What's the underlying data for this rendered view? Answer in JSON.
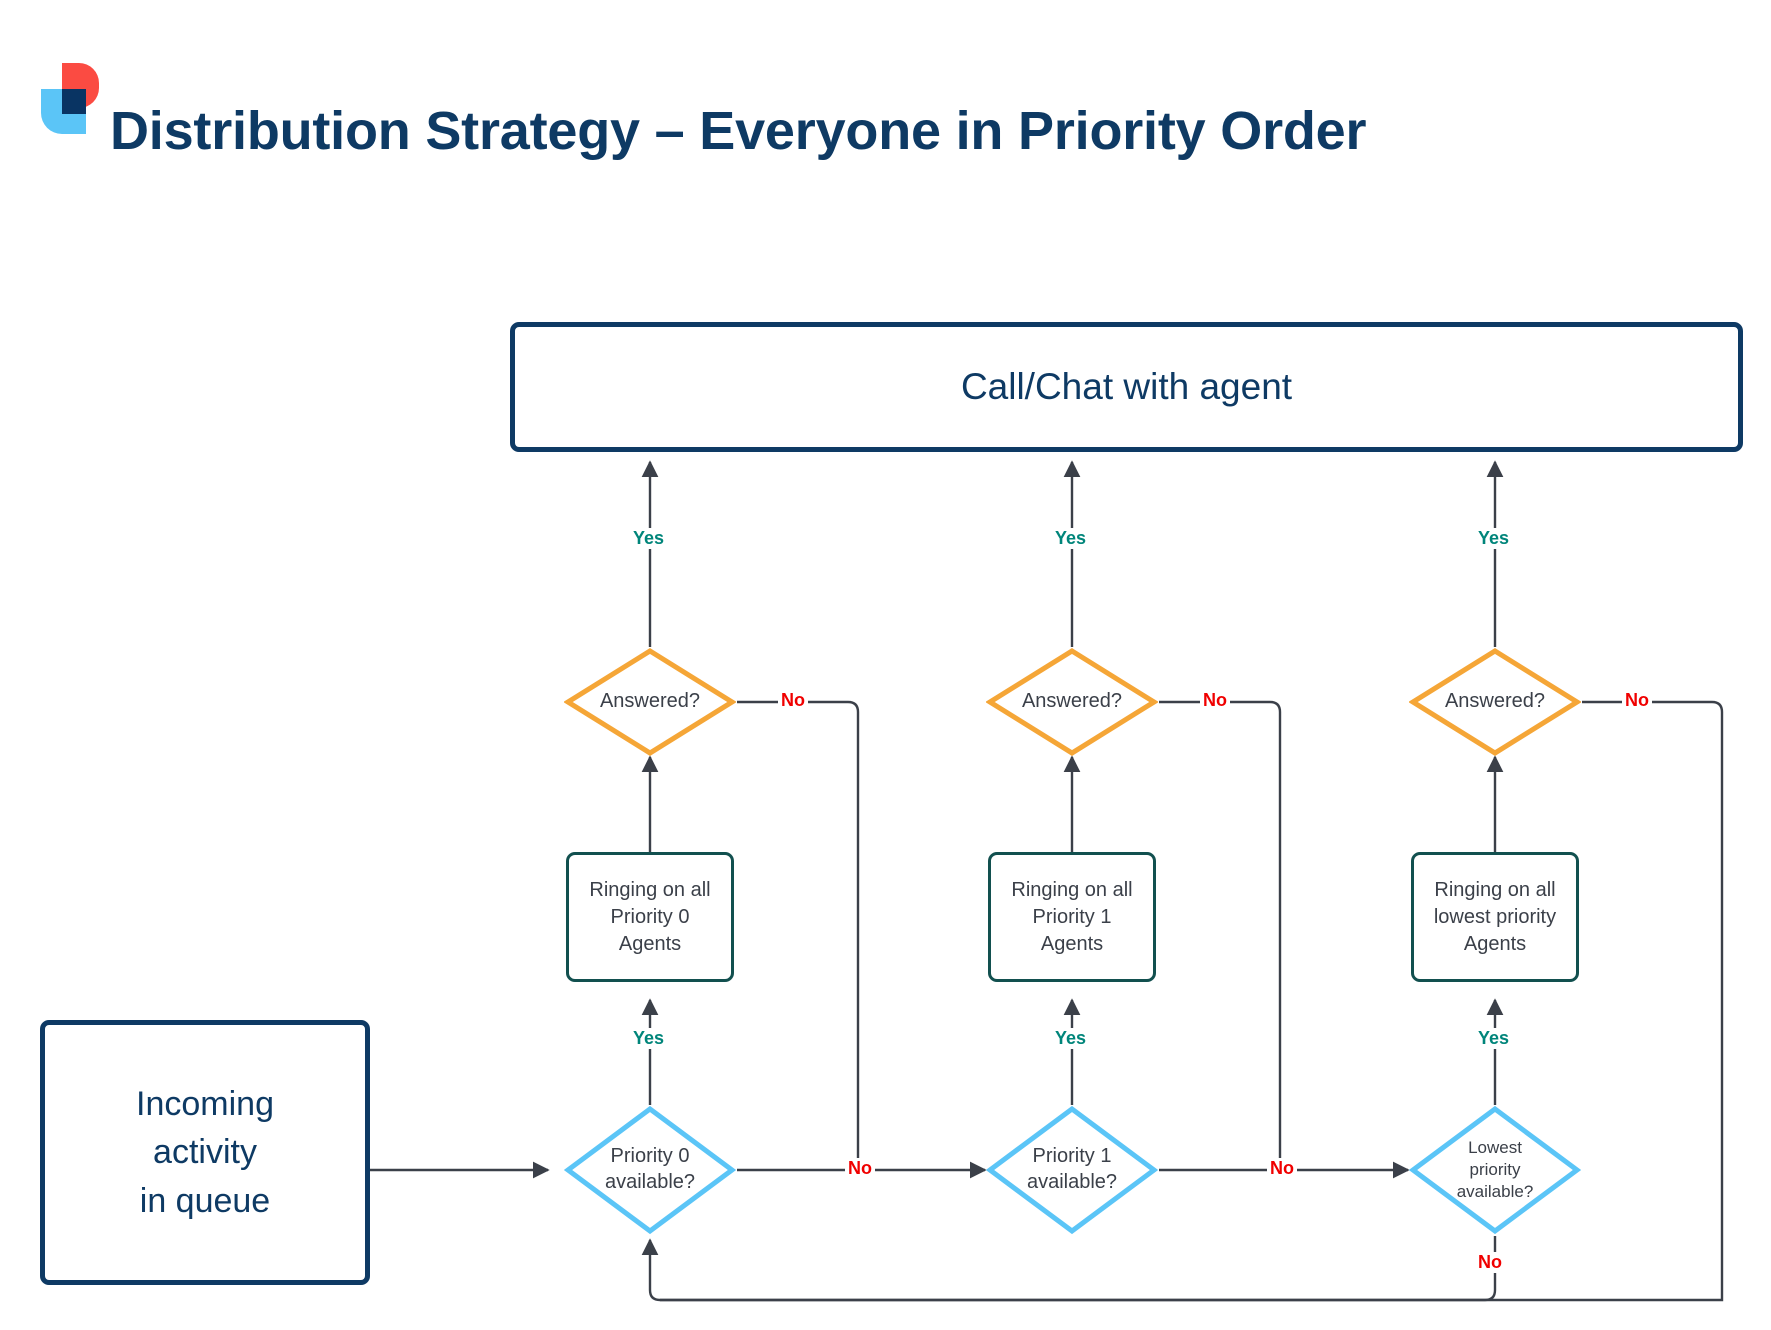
{
  "header": {
    "title": "Distribution Strategy – Everyone in Priority Order",
    "logo": {
      "name": "brand-logo",
      "colors": {
        "red": "#FB4B42",
        "blue": "#5BC5F7",
        "navy": "#093463"
      }
    }
  },
  "colors": {
    "navy": "#0E3A64",
    "teal_border": "#12504F",
    "orange_border": "#F5A637",
    "skyblue_border": "#5BC5F7",
    "text_gray": "#3B4049",
    "yes_green": "#00857A",
    "no_red": "#F00000",
    "wire": "#3B4049"
  },
  "diagram": {
    "type": "flowchart",
    "start_node": {
      "label": "Incoming\nactivity\nin queue",
      "lines": [
        "Incoming",
        "activity",
        "in queue"
      ],
      "shape": "rectangle"
    },
    "end_node": {
      "label": "Call/Chat with agent",
      "shape": "rectangle"
    },
    "columns": [
      {
        "id": "priority-0",
        "availability_decision": {
          "label": "Priority 0\navailable?",
          "lines": [
            "Priority 0",
            "available?"
          ],
          "shape": "diamond"
        },
        "process": {
          "label": "Ringing on all\nPriority 0\nAgents",
          "lines": [
            "Ringing on all",
            "Priority 0",
            "Agents"
          ],
          "shape": "rectangle"
        },
        "answered_decision": {
          "label": "Answered?",
          "lines": [
            "Answered?"
          ],
          "shape": "diamond"
        },
        "yes_to_process": "Yes",
        "yes_to_end": "Yes",
        "no_from_availability": "No",
        "no_from_answered": "No"
      },
      {
        "id": "priority-1",
        "availability_decision": {
          "label": "Priority 1\navailable?",
          "lines": [
            "Priority 1",
            "available?"
          ],
          "shape": "diamond"
        },
        "process": {
          "label": "Ringing on all\nPriority 1\nAgents",
          "lines": [
            "Ringing on all",
            "Priority 1",
            "Agents"
          ],
          "shape": "rectangle"
        },
        "answered_decision": {
          "label": "Answered?",
          "lines": [
            "Answered?"
          ],
          "shape": "diamond"
        },
        "yes_to_process": "Yes",
        "yes_to_end": "Yes",
        "no_from_availability": "No",
        "no_from_answered": "No"
      },
      {
        "id": "lowest-priority",
        "availability_decision": {
          "label": "Lowest\npriority\navailable?",
          "lines": [
            "Lowest",
            "priority",
            "available?"
          ],
          "shape": "diamond"
        },
        "process": {
          "label": "Ringing on all\nlowest priority\nAgents",
          "lines": [
            "Ringing on all",
            "lowest priority",
            "Agents"
          ],
          "shape": "rectangle"
        },
        "answered_decision": {
          "label": "Answered?",
          "lines": [
            "Answered?"
          ],
          "shape": "diamond"
        },
        "yes_to_process": "Yes",
        "yes_to_end": "Yes",
        "no_from_availability": "No",
        "no_from_answered": "No"
      }
    ]
  }
}
